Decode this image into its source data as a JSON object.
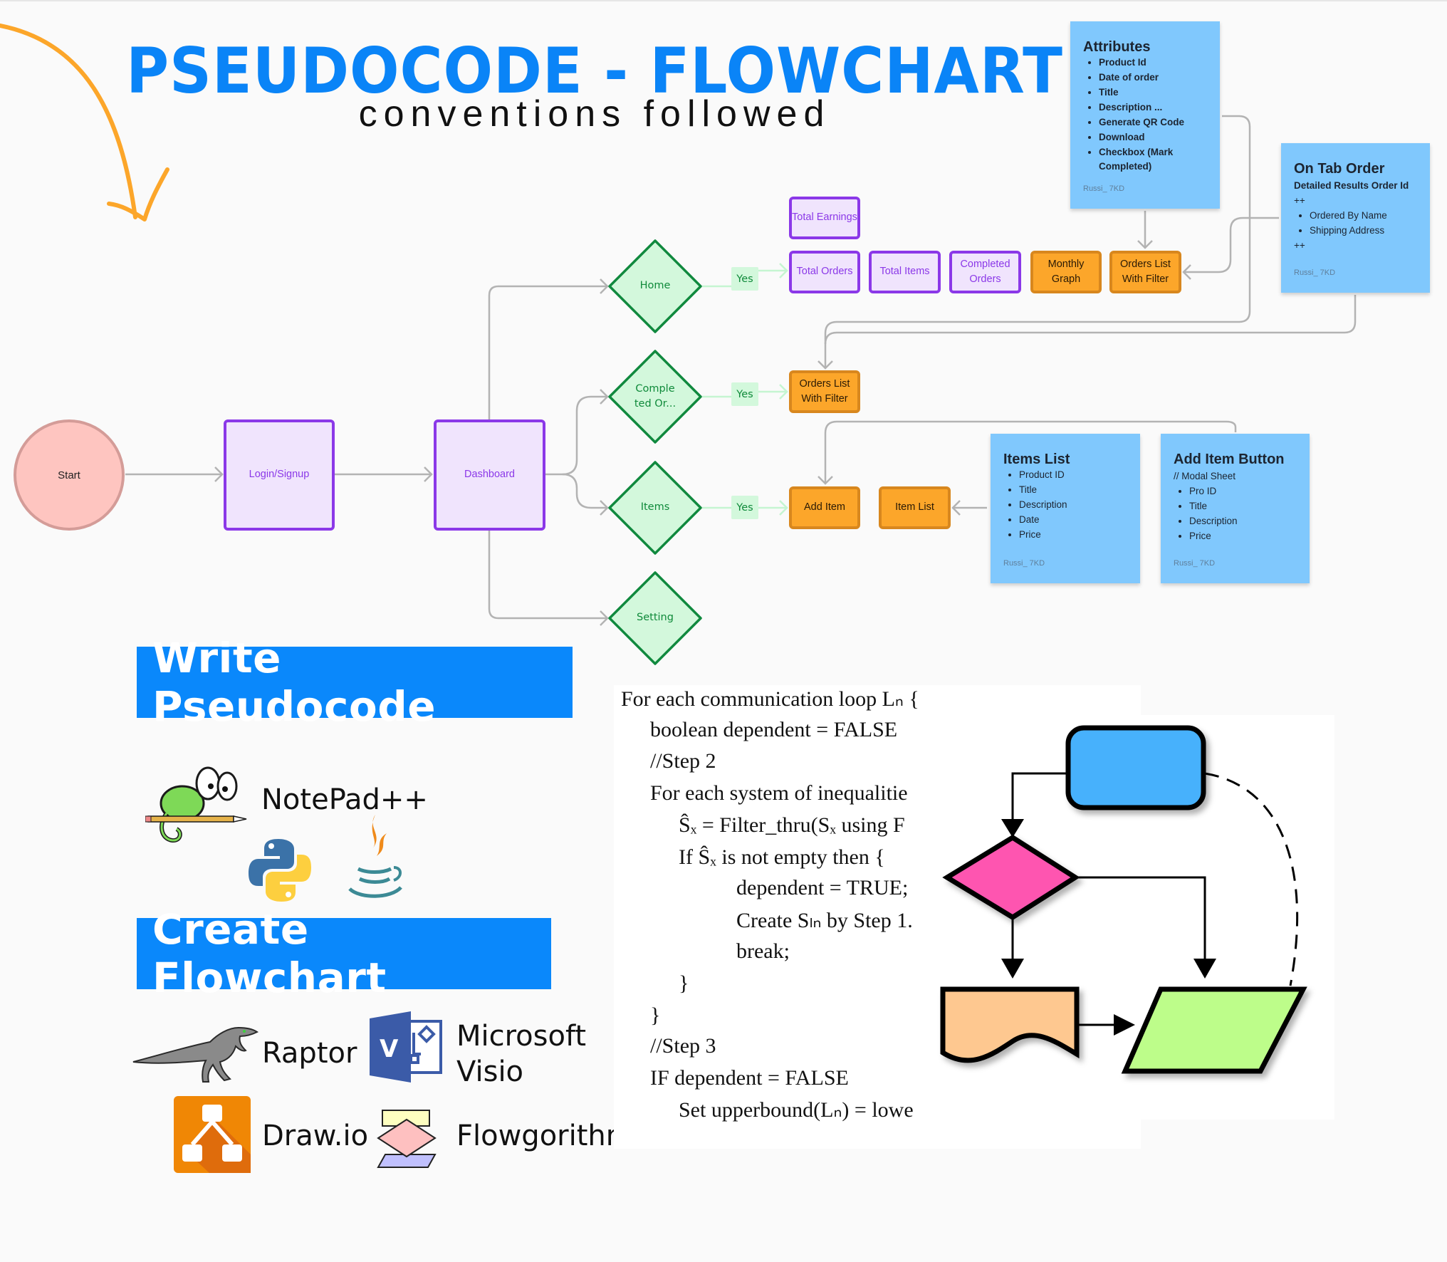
{
  "header": {
    "title": "PSEUDOCODE - FLOWCHART",
    "subtitle": "conventions followed"
  },
  "flowchart": {
    "start": "Start",
    "login": "Login/Signup",
    "dashboard": "Dashboard",
    "decisions": [
      "Home",
      "Comple ted Or...",
      "Items",
      "Setting"
    ],
    "yes_label": "Yes",
    "home_outputs": {
      "total_earnings": "Total Earnings",
      "total_orders": "Total Orders",
      "total_items": "Total Items",
      "completed_orders": "Completed Orders",
      "monthly_graph": "Monthly Graph",
      "orders_list_with_filter": "Orders List With Filter"
    },
    "completed_output": "Orders List With Filter",
    "items_outputs": {
      "add_item": "Add Item",
      "item_list": "Item List"
    },
    "colors": {
      "decision_fill": "#d3f8dc",
      "decision_stroke": "#10893e",
      "process_fill": "#f0e4fd",
      "process_stroke": "#8b38e8",
      "output_fill": "#fca62a",
      "start_fill": "#fec5c0",
      "note_fill": "#80c8fd",
      "connector": "#b3b3b3"
    }
  },
  "notes": {
    "attributes": {
      "title": "Attributes",
      "items": [
        "Product Id",
        "Date of order",
        "Title",
        "Description ...",
        "Generate QR Code",
        "Download",
        "Checkbox (Mark Completed)"
      ],
      "author": "Russi_ 7KD"
    },
    "on_tab_order": {
      "title": "On Tab Order",
      "subtitle": "Detailed Results Order Id",
      "plus_before": "++",
      "items": [
        "Ordered By Name",
        "Shipping Address"
      ],
      "plus_after": "++",
      "author": "Russi_ 7KD"
    },
    "items_list": {
      "title": "Items List",
      "items": [
        "Product ID",
        "Title",
        "Description",
        "Date",
        "Price"
      ],
      "author": "Russi_ 7KD"
    },
    "add_item_button": {
      "title": "Add Item Button",
      "subtitle": "// Modal Sheet",
      "items": [
        "Pro ID",
        "Title",
        "Description",
        "Price"
      ],
      "author": "Russi_ 7KD"
    }
  },
  "pseudocode_section": {
    "banner": "Write Pseudocode",
    "tools": [
      "NotePad++",
      "python-logo",
      "java-logo"
    ],
    "notepad_label": "NotePad++"
  },
  "flowchart_section": {
    "banner": "Create Flowchart",
    "tools": {
      "raptor": "Raptor",
      "visio_line1": "Microsoft",
      "visio_line2": "Visio",
      "drawio": "Draw.io",
      "flowgorithm": "Flowgorithm"
    }
  },
  "pseudocode_sample": {
    "lines": [
      "For each communication loop Lₙ {",
      "boolean dependent = FALSE",
      "//Step 2",
      "For each system of inequalitie",
      "Ŝₓ = Filter_thru(Sₓ using F",
      "If Ŝₓ is not empty then {",
      "dependent = TRUE;",
      "Create Sₗₙ by Step 1.",
      "break;",
      "}",
      "}",
      "//Step 3",
      "IF dependent = FALSE",
      "Set upperbound(Lₙ) = lowe"
    ]
  },
  "example_flowchart": {
    "colors": {
      "terminator": "#46b1fc",
      "decision": "#fe55b0",
      "document": "#fec890",
      "data": "#bdfd8a"
    }
  }
}
